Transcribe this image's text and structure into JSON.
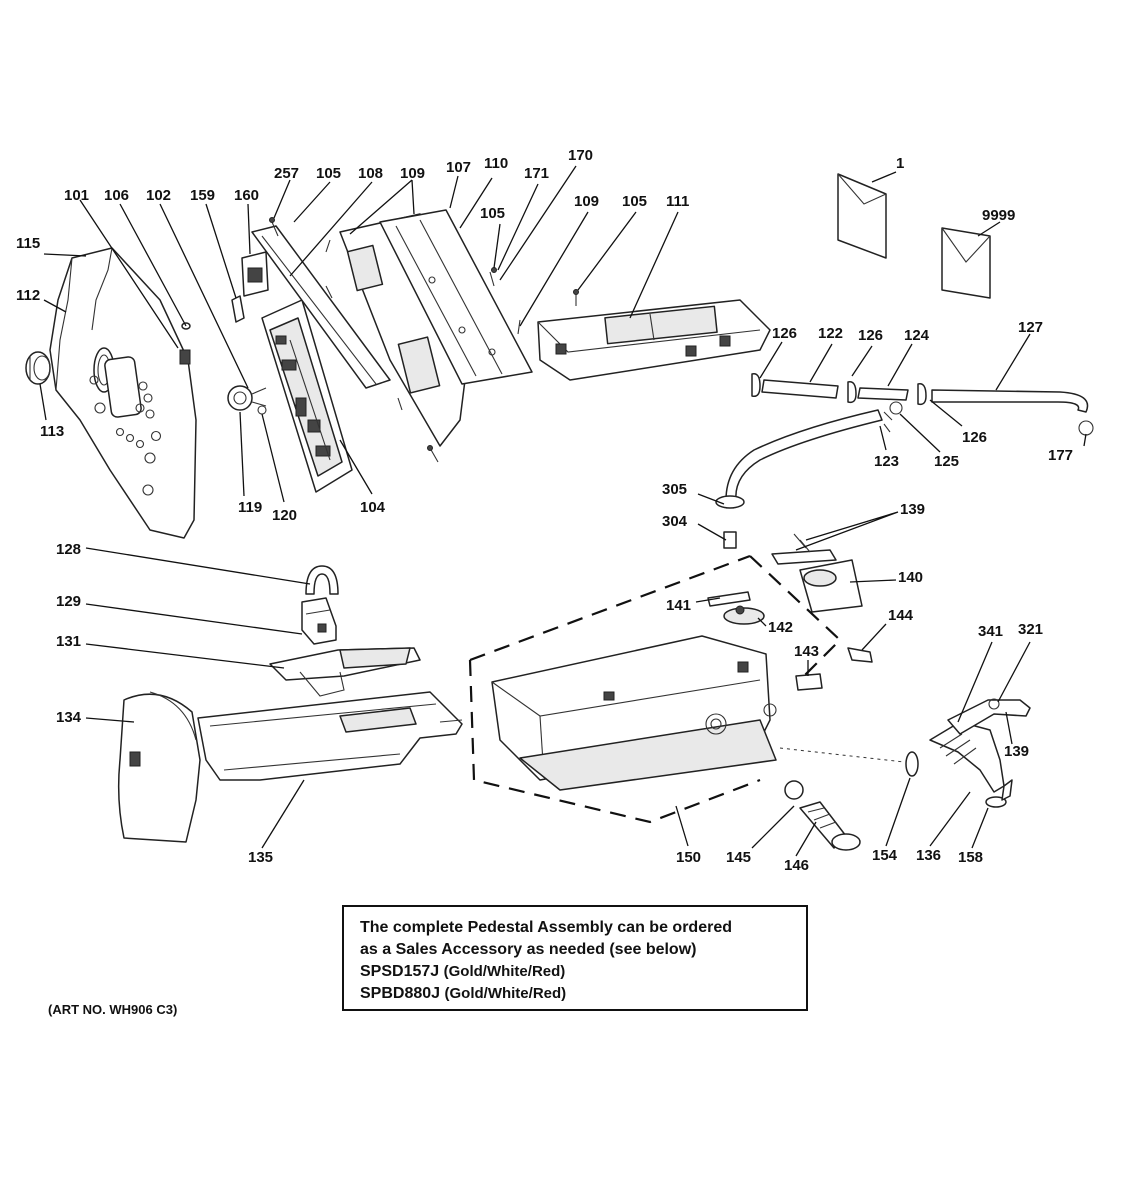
{
  "part_labels": {
    "p257": "257",
    "p105a": "105",
    "p108": "108",
    "p109a": "109",
    "p107": "107",
    "p110": "110",
    "p170": "170",
    "p171": "171",
    "p105b": "105",
    "p109b": "109",
    "p105c": "105",
    "p111": "111",
    "p101": "101",
    "p106": "106",
    "p102": "102",
    "p159": "159",
    "p160": "160",
    "p115": "115",
    "p112": "112",
    "p113": "113",
    "p119": "119",
    "p120": "120",
    "p104": "104",
    "p1": "1",
    "p9999": "9999",
    "p126a": "126",
    "p122": "122",
    "p126b": "126",
    "p124": "124",
    "p127": "127",
    "p126c": "126",
    "p125": "125",
    "p123": "123",
    "p177": "177",
    "p305": "305",
    "p304": "304",
    "p139a": "139",
    "p140": "140",
    "p141": "141",
    "p142": "142",
    "p144": "144",
    "p143": "143",
    "p128": "128",
    "p129": "129",
    "p131": "131",
    "p134": "134",
    "p135": "135",
    "p150": "150",
    "p145": "145",
    "p146": "146",
    "p154": "154",
    "p136": "136",
    "p158": "158",
    "p341": "341",
    "p321": "321",
    "p139b": "139"
  },
  "note": {
    "line1": "The complete Pedestal Assembly can be ordered",
    "line2": "as a Sales Accessory as needed (see below)",
    "code1": "SPSD157J",
    "color1": "(Gold/White/Red)",
    "code2": "SPBD880J",
    "color2": "(Gold/White/Red)"
  },
  "art_number": "(ART NO. WH906 C3)"
}
